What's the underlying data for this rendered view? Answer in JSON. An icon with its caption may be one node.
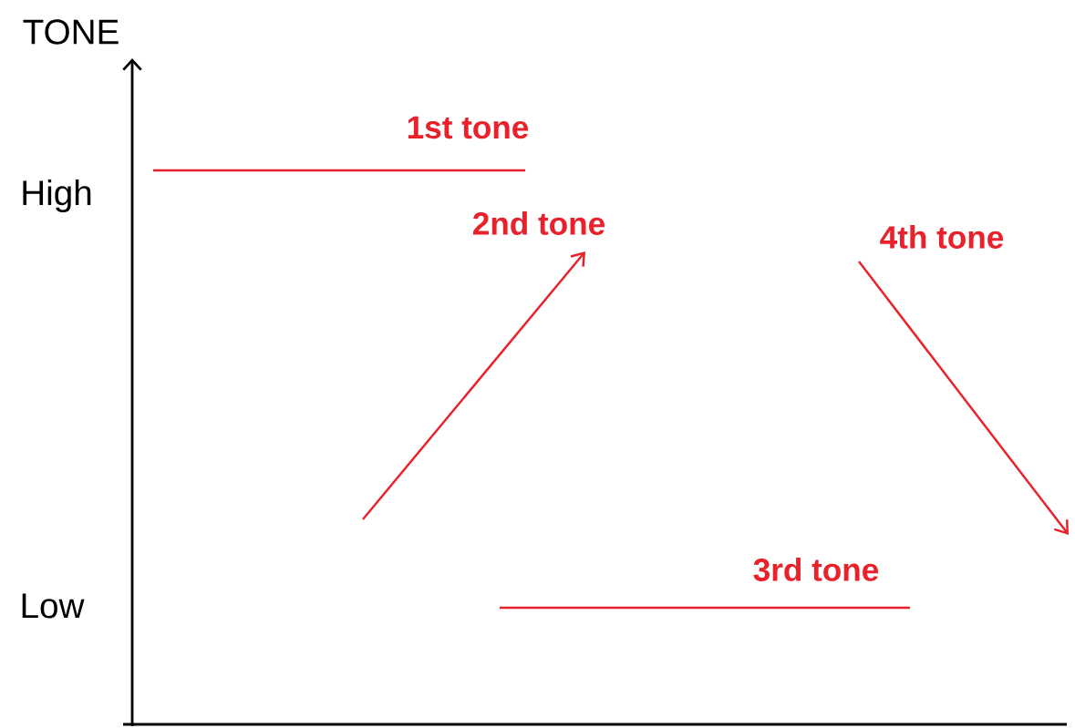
{
  "diagram": {
    "labels": [
      "TONE",
      "1st tone",
      "High",
      "2nd tone",
      "4th tone",
      "3rd tone",
      "Low"
    ]
  }
}
